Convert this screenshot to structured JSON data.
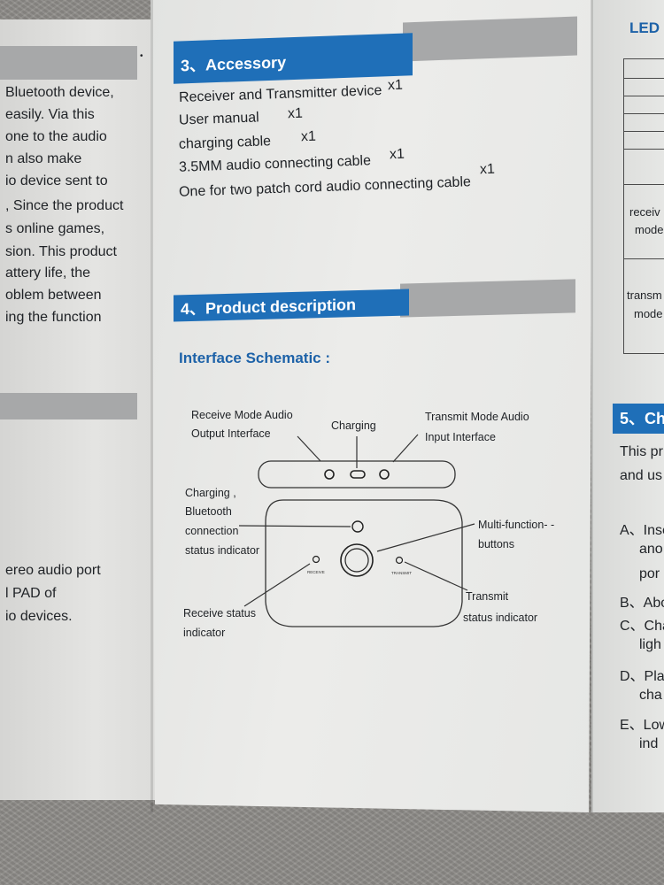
{
  "left_column": {
    "lines": [
      "Bluetooth device,",
      "easily. Via this",
      "one to the audio",
      "n also make",
      "io device sent to",
      ", Since the product",
      "s online games,",
      "sion. This product",
      "attery life, the",
      "oblem between",
      "ing the function"
    ],
    "lower_lines": [
      "ereo audio port",
      "l PAD of",
      "io devices."
    ]
  },
  "accessory": {
    "heading": "3、Accessory",
    "items": [
      {
        "name": "Receiver and Transmitter device",
        "qty": "x1"
      },
      {
        "name": "User manual",
        "qty": "x1"
      },
      {
        "name": "charging cable",
        "qty": "x1"
      },
      {
        "name": "3.5MM audio connecting cable",
        "qty": "x1"
      },
      {
        "name": "One for two patch cord audio connecting cable",
        "qty": "x1"
      }
    ]
  },
  "product": {
    "heading": "4、Product description",
    "subheading": "Interface Schematic :"
  },
  "diagram": {
    "receive_audio": [
      "Receive Mode Audio",
      "Output Interface"
    ],
    "charging": "Charging",
    "transmit_audio": [
      "Transmit Mode Audio",
      "Input  Interface"
    ],
    "charging_indicator": [
      "Charging ,",
      "Bluetooth",
      "connection",
      "status indicator"
    ],
    "multi_function": [
      "Multi-function- -",
      "buttons"
    ],
    "receive_status": [
      "Receive status",
      "indicator"
    ],
    "transmit_status": [
      "Transmit",
      "status indicator"
    ],
    "receive_mark": "RECEIVE",
    "transmit_mark": "TRANSMIT"
  },
  "right_column": {
    "led_heading": "LED",
    "table_rows": [
      "receiv",
      "mode",
      "transm",
      "mode"
    ],
    "section_heading": "5、Ch",
    "intro_lines": [
      "This pr",
      "and us"
    ],
    "list_lines": [
      "A、Inse",
      "ano",
      "por",
      "B、Abo",
      "C、Cha",
      "ligh",
      "D、Pla",
      "cha",
      "E、Low",
      "ind"
    ]
  },
  "colors": {
    "heading_blue": "#1f6fb8",
    "heading_gray": "#a7a8a9",
    "subheading_blue": "#1d62a8"
  }
}
